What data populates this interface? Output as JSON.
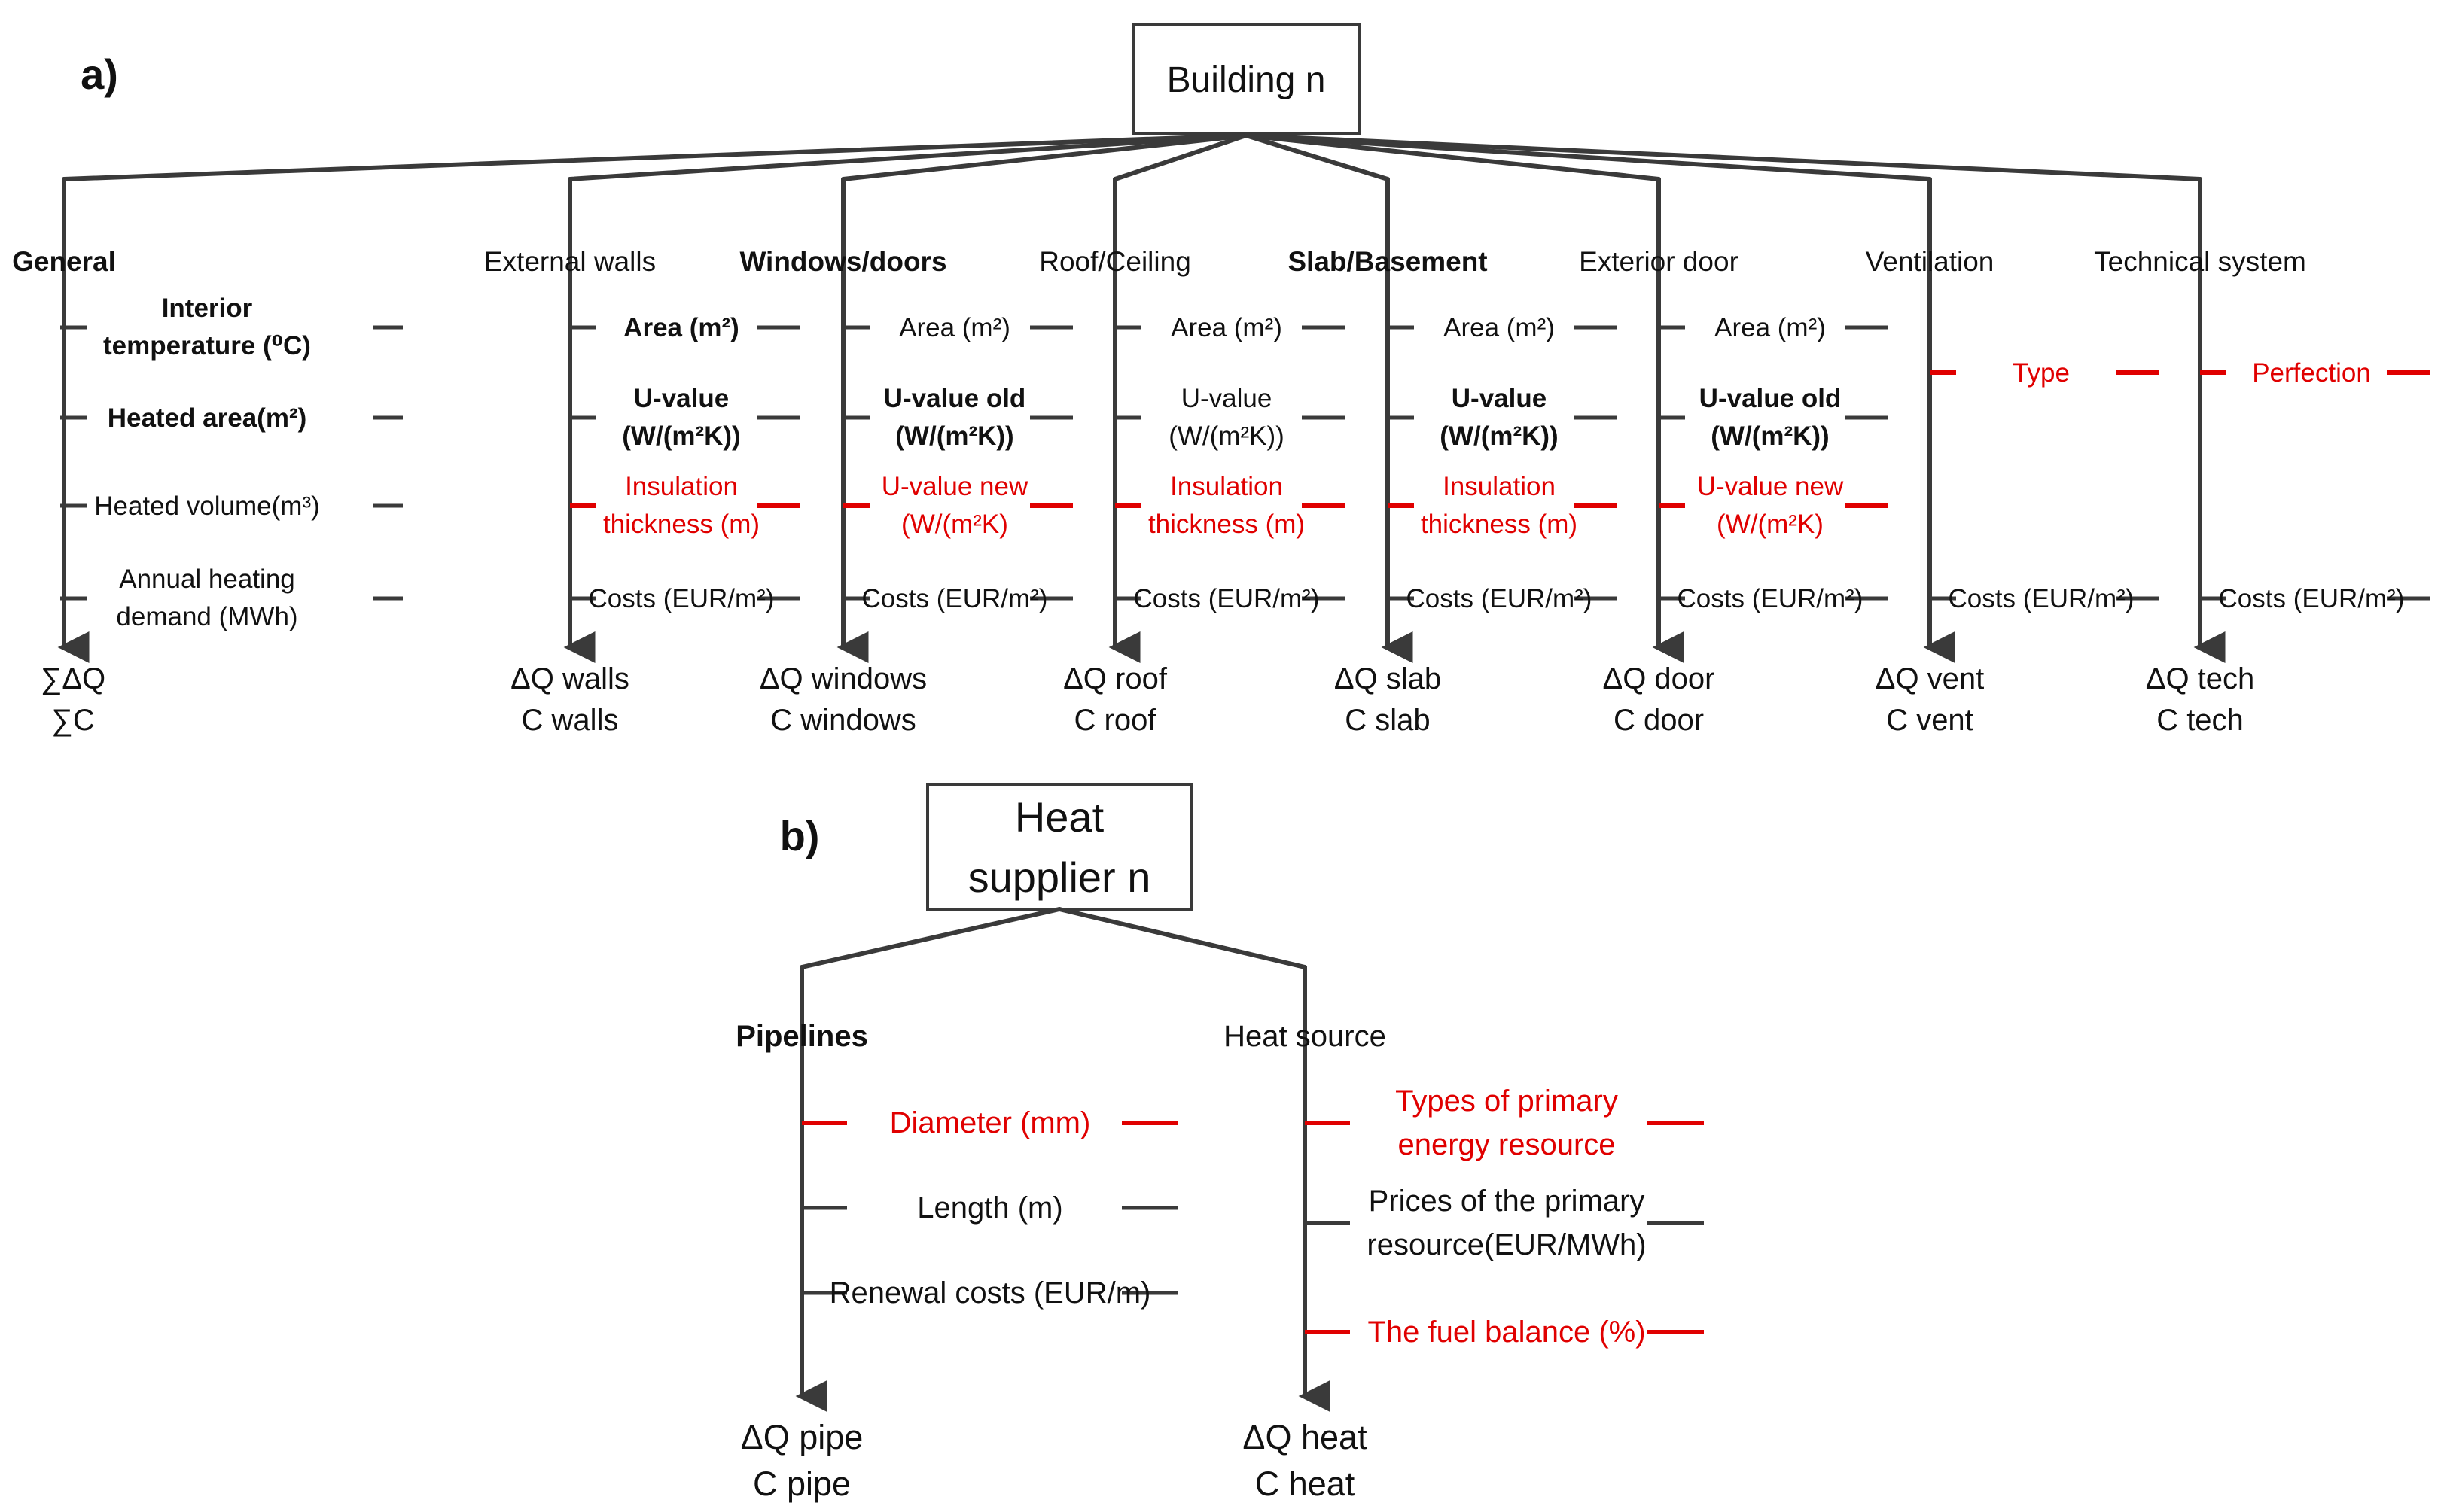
{
  "panel_a": {
    "label": "a)",
    "root": "Building n",
    "columns": [
      {
        "header": "General",
        "header_bold": true,
        "params": [
          {
            "lines": [
              "Interior",
              "temperature (⁰C)"
            ],
            "color": "black",
            "bold": true
          },
          {
            "lines": [
              "Heated area(m²)"
            ],
            "color": "black",
            "bold": true
          },
          {
            "lines": [
              "Heated volume(m³)"
            ],
            "color": "black",
            "bold": false
          },
          {
            "lines": [
              "Annual heating",
              "demand (MWh)"
            ],
            "color": "black",
            "bold": false
          }
        ],
        "outputs": [
          "∑ΔQ",
          "∑C"
        ]
      },
      {
        "header": "External walls",
        "header_bold": false,
        "params": [
          {
            "lines": [
              "Area (m²)"
            ],
            "color": "black",
            "bold": true
          },
          {
            "lines": [
              "U-value",
              "(W/(m²K))"
            ],
            "color": "black",
            "bold": true
          },
          {
            "lines": [
              "Insulation",
              "thickness (m)"
            ],
            "color": "red",
            "bold": false
          },
          {
            "lines": [
              "Costs (EUR/m²)"
            ],
            "color": "black",
            "bold": false
          }
        ],
        "outputs": [
          "ΔQ walls",
          "C walls"
        ]
      },
      {
        "header": "Windows/doors",
        "header_bold": true,
        "params": [
          {
            "lines": [
              "Area (m²)"
            ],
            "color": "black",
            "bold": false
          },
          {
            "lines": [
              "U-value old",
              "(W/(m²K))"
            ],
            "color": "black",
            "bold": true
          },
          {
            "lines": [
              "U-value new",
              "(W/(m²K)"
            ],
            "color": "red",
            "bold": false
          },
          {
            "lines": [
              "Costs (EUR/m²)"
            ],
            "color": "black",
            "bold": false
          }
        ],
        "outputs": [
          "ΔQ windows",
          "C windows"
        ]
      },
      {
        "header": "Roof/Ceiling",
        "header_bold": false,
        "params": [
          {
            "lines": [
              "Area (m²)"
            ],
            "color": "black",
            "bold": false
          },
          {
            "lines": [
              "U-value",
              "(W/(m²K))"
            ],
            "color": "black",
            "bold": false
          },
          {
            "lines": [
              "Insulation",
              "thickness (m)"
            ],
            "color": "red",
            "bold": false
          },
          {
            "lines": [
              "Costs (EUR/m²)"
            ],
            "color": "black",
            "bold": false
          }
        ],
        "outputs": [
          "ΔQ roof",
          "C roof"
        ]
      },
      {
        "header": "Slab/Basement",
        "header_bold": true,
        "params": [
          {
            "lines": [
              "Area (m²)"
            ],
            "color": "black",
            "bold": false
          },
          {
            "lines": [
              "U-value",
              "(W/(m²K))"
            ],
            "color": "black",
            "bold": true
          },
          {
            "lines": [
              "Insulation",
              "thickness (m)"
            ],
            "color": "red",
            "bold": false
          },
          {
            "lines": [
              "Costs (EUR/m²)"
            ],
            "color": "black",
            "bold": false
          }
        ],
        "outputs": [
          "ΔQ slab",
          "C slab"
        ]
      },
      {
        "header": "Exterior door",
        "header_bold": false,
        "params": [
          {
            "lines": [
              "Area (m²)"
            ],
            "color": "black",
            "bold": false
          },
          {
            "lines": [
              "U-value old",
              "(W/(m²K))"
            ],
            "color": "black",
            "bold": true
          },
          {
            "lines": [
              "U-value new",
              "(W/(m²K)"
            ],
            "color": "red",
            "bold": false
          },
          {
            "lines": [
              "Costs (EUR/m²)"
            ],
            "color": "black",
            "bold": false
          }
        ],
        "outputs": [
          "ΔQ door",
          "C door"
        ]
      },
      {
        "header": "Ventilation",
        "header_bold": false,
        "params": [
          {
            "lines": [
              "Type"
            ],
            "color": "red",
            "bold": false
          },
          {
            "lines": [
              "Costs (EUR/m²)"
            ],
            "color": "black",
            "bold": false
          }
        ],
        "outputs": [
          "ΔQ vent",
          "C vent"
        ]
      },
      {
        "header": "Technical system",
        "header_bold": false,
        "params": [
          {
            "lines": [
              "Perfection"
            ],
            "color": "red",
            "bold": false
          },
          {
            "lines": [
              "Costs (EUR/m²)"
            ],
            "color": "black",
            "bold": false
          }
        ],
        "outputs": [
          "ΔQ tech",
          "C tech"
        ]
      }
    ]
  },
  "panel_b": {
    "label": "b)",
    "root": [
      "Heat",
      "supplier n"
    ],
    "columns": [
      {
        "header": "Pipelines",
        "header_bold": true,
        "params": [
          {
            "lines": [
              "Diameter (mm)"
            ],
            "color": "red",
            "bold": false
          },
          {
            "lines": [
              "Length (m)"
            ],
            "color": "black",
            "bold": false
          },
          {
            "lines": [
              "Renewal costs (EUR/m)"
            ],
            "color": "black",
            "bold": false
          }
        ],
        "outputs": [
          "ΔQ pipe",
          "C pipe"
        ]
      },
      {
        "header": "Heat source",
        "header_bold": false,
        "params": [
          {
            "lines": [
              "Types of primary",
              "energy resource"
            ],
            "color": "red",
            "bold": false
          },
          {
            "lines": [
              "Prices of the primary",
              "resource(EUR/MWh)"
            ],
            "color": "black",
            "bold": false
          },
          {
            "lines": [
              "The fuel balance (%)"
            ],
            "color": "red",
            "bold": false
          }
        ],
        "outputs": [
          "ΔQ heat",
          "C heat"
        ]
      }
    ]
  }
}
